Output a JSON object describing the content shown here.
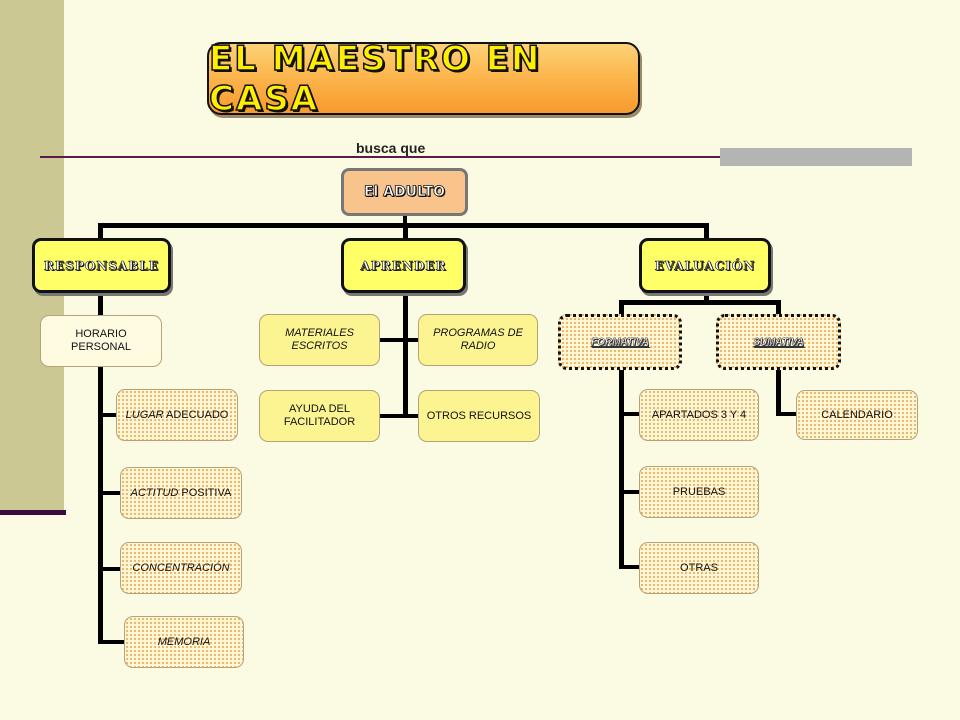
{
  "title": "EL MAESTRO EN CASA",
  "subtitle": "busca que",
  "root": "El ADULTO",
  "categories": {
    "responsable": {
      "label": "RESPONSABLE",
      "child": "HORARIO PERSONAL",
      "items": [
        {
          "em": "LUGAR",
          "rest": " ADECUADO"
        },
        {
          "em": "ACTITUD",
          "rest": " POSITIVA"
        },
        {
          "em": "CONCENTRACIÓN",
          "rest": ""
        },
        {
          "em": "MEMORIA",
          "rest": ""
        }
      ]
    },
    "aprender": {
      "label": "APRENDER",
      "items": {
        "materiales": "MATERIALES ESCRITOS",
        "programas": "PROGRAMAS DE RADIO",
        "ayuda": "AYUDA DEL FACILITADOR",
        "otros": "OTROS RECURSOS"
      }
    },
    "evaluacion": {
      "label": "EVALUACIÓN",
      "formativa": {
        "label": "FORMATIVA",
        "items": [
          "APARTADOS 3 Y 4",
          "PRUEBAS",
          "OTRAS"
        ]
      },
      "sumativa": {
        "label": "SUMATIVA",
        "items": [
          "CALENDARIO"
        ]
      }
    }
  },
  "colors": {
    "background": "#fbfbe3",
    "left_bar": "#cbc894",
    "title_fill": "#fbb44a",
    "title_text": "#ffee00",
    "root_fill": "#f9c48c",
    "category_fill": "#ffff66",
    "leaf_dots": "#e7a858"
  }
}
